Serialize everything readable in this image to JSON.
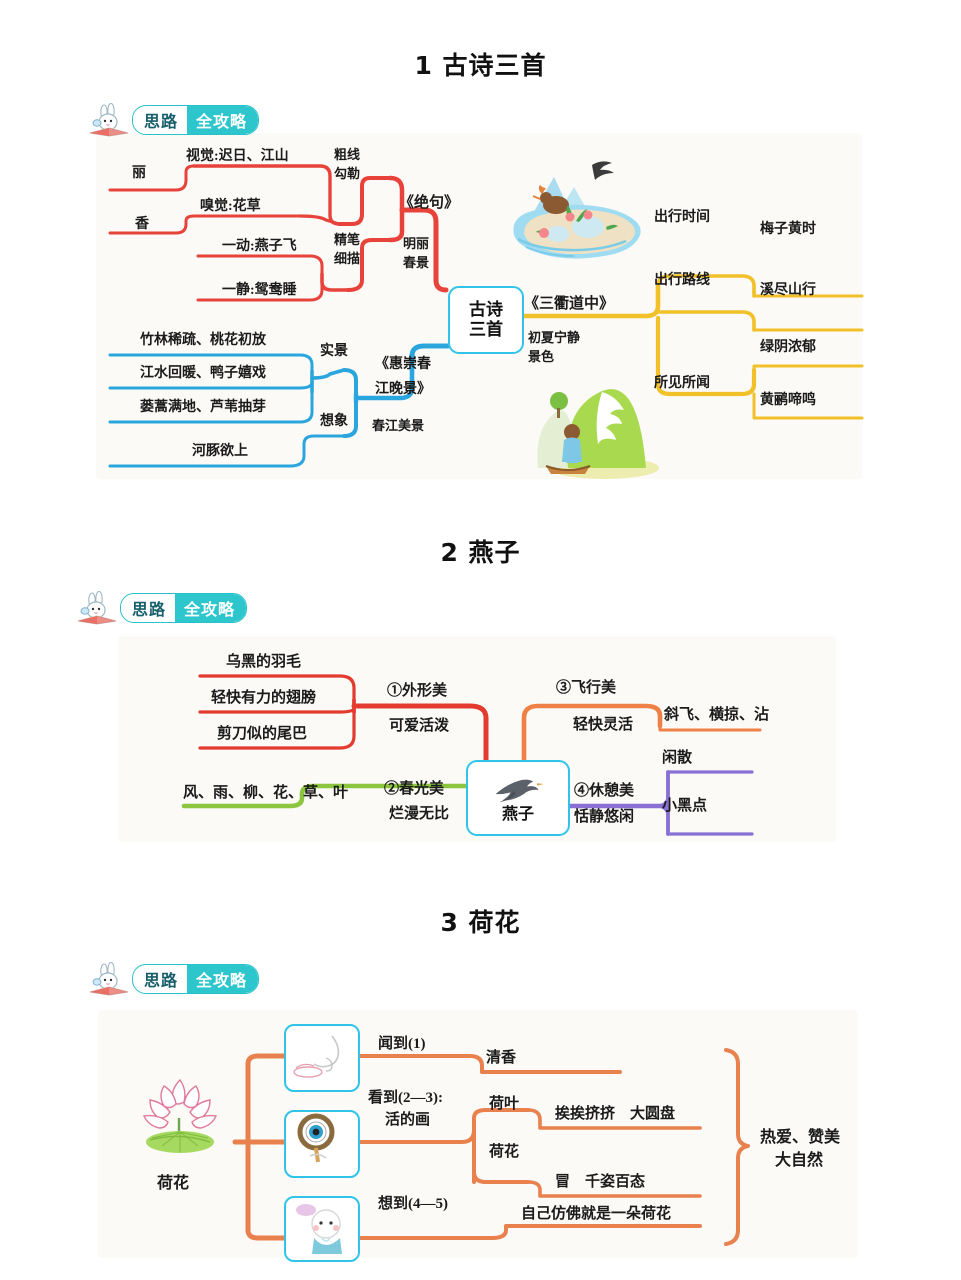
{
  "page": {
    "badge": {
      "word_left": "思路",
      "word_right": "全攻略",
      "icon": "rabbit-reading-book-icon"
    }
  },
  "sections": [
    {
      "number": "1",
      "title": "1 古诗三首",
      "center_node": {
        "line1": "古诗",
        "line2": "三首"
      },
      "branches": {
        "red": {
          "poem": "《绝句》",
          "poem_note": "明丽\n春景",
          "groups": [
            {
              "label": "粗线\n勾勒",
              "items": [
                "视觉:迟日、江山",
                "嗅觉:花草"
              ],
              "tips": [
                "丽",
                "香"
              ]
            },
            {
              "label": "精笔\n细描",
              "items": [
                "一动:燕子飞",
                "一静:鸳鸯睡"
              ]
            }
          ]
        },
        "blue": {
          "poem": "《惠崇春\n江晚景》",
          "poem_note": "春江美景",
          "groups": [
            {
              "label": "实景",
              "items": [
                "竹林稀疏、桃花初放",
                "江水回暖、鸭子嬉戏",
                "蒌蒿满地、芦苇抽芽"
              ]
            },
            {
              "label": "想象",
              "items": [
                "河豚欲上"
              ]
            }
          ]
        },
        "yellow": {
          "poem": "《三衢道中》",
          "poem_note": "初夏宁静\n景色",
          "groups": [
            {
              "label": "出行时间",
              "items": [
                "梅子黄时"
              ]
            },
            {
              "label": "出行路线",
              "items": [
                "溪尽山行"
              ]
            },
            {
              "label": "所见所闻",
              "items": [
                "绿阴浓郁",
                "黄鹂啼鸣"
              ]
            }
          ]
        }
      },
      "illustrations": [
        "island-with-swallow-illustration",
        "green-hills-with-boat-illustration"
      ],
      "labels": {
        "shijue": "视觉:迟日、江山",
        "xiujue": "嗅觉:花草",
        "yidong": "一动:燕子飞",
        "yijing": "一静:鸳鸯睡",
        "li": "丽",
        "xiang": "香",
        "culine": "粗线",
        "gouli": "勾勒",
        "jingbi": "精笔",
        "ximiao": "细描",
        "juejv": "《绝句》",
        "mingli": "明丽",
        "chunjing": "春景",
        "zhulin": "竹林稀疏、桃花初放",
        "jiangshui": "江水回暖、鸭子嬉戏",
        "louhao": "蒌蒿满地、芦苇抽芽",
        "hetun": "河豚欲上",
        "shijing": "实景",
        "xiangxiang": "想象",
        "huichong": "《惠崇春",
        "jiangwanjing": "江晚景》",
        "chunjiang": "春江美景",
        "sanqu": "《三衢道中》",
        "chuxia": "初夏宁静",
        "jingse": "景色",
        "chuxingshijian": "出行时间",
        "chuxinglxian": "出行路线",
        "suojian": "所见所闻",
        "meizi": "梅子黄时",
        "xijin": "溪尽山行",
        "lvyin": "绿阴浓郁",
        "huangli": "黄鹂啼鸣"
      },
      "colors": {
        "red": "#e8433a",
        "blue": "#2ba5dd",
        "yellow": "#f2c029",
        "node_border": "#2fc4e8"
      }
    },
    {
      "number": "2",
      "title": "2 燕子",
      "center_node": {
        "line1": "燕子",
        "icon": "swallow-bird-icon"
      },
      "labels": {
        "wuhei": "乌黑的羽毛",
        "qingkuai": "轻快有力的翅膀",
        "jiandao": "剪刀似的尾巴",
        "waixing": "①外形美",
        "keai": "可爱活泼",
        "feng": "风、雨、柳、花、草、叶",
        "chunguang": "②春光美",
        "lanman": "烂漫无比",
        "feixing": "③飞行美",
        "qingkuailinghuo": "轻快灵活",
        "xiefei": "斜飞、横掠、沾",
        "xiuqi": "④休憩美",
        "tianjing": "恬静悠闲",
        "xiansan": "闲散",
        "xiaoheidian": "小黑点"
      },
      "colors": {
        "red": "#e33b2e",
        "green": "#8cc63f",
        "orange": "#ef8146",
        "purple": "#8a6fd4",
        "node_border": "#2fc4e8"
      }
    },
    {
      "number": "3",
      "title": "3 荷花",
      "root": {
        "label": "荷花",
        "icon": "lotus-flower-illustration"
      },
      "icon_boxes": [
        "nose-smell-icon",
        "eye-see-icon",
        "child-thinking-icon"
      ],
      "labels": {
        "wendao": "闻到(1)",
        "qingxiang": "清香",
        "kandao": "看到(2—3):",
        "huodehua": "活的画",
        "heye": "荷叶",
        "aiai": "挨挨挤挤　大圆盘",
        "hehua": "荷花",
        "mao": "冒　千姿百态",
        "xiangdao": "想到(4—5)",
        "ziji": "自己仿佛就是一朵荷花",
        "conclusion_line1": "热爱、赞美",
        "conclusion_line2": "大自然"
      },
      "colors": {
        "orange": "#e8814e",
        "box_border": "#2fc4e8"
      }
    }
  ]
}
